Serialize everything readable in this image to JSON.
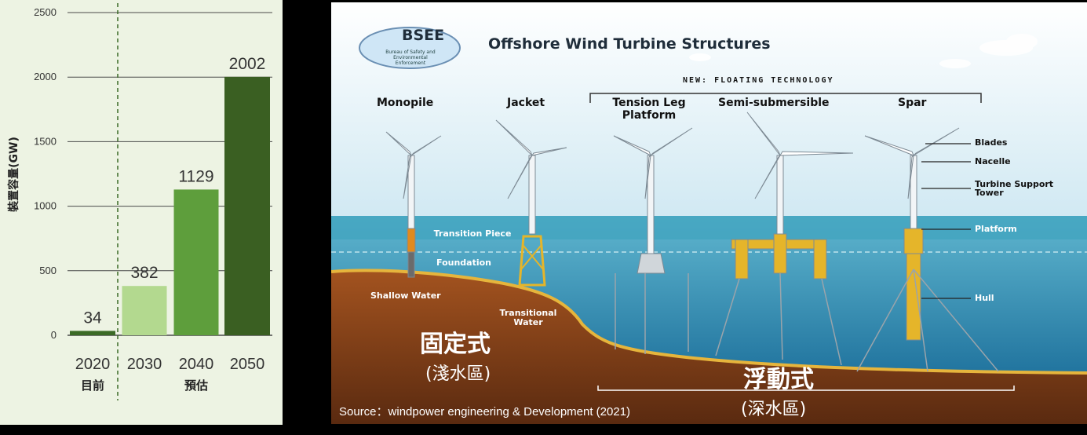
{
  "chart_data": {
    "type": "bar",
    "categories": [
      "2020",
      "2030",
      "2040",
      "2050"
    ],
    "values": [
      34,
      382,
      1129,
      2002
    ],
    "ylabel": "裝置容量(GW)",
    "ylim": [
      0,
      2500
    ],
    "yticks": [
      0,
      500,
      1000,
      1500,
      2000,
      2500
    ],
    "group_labels": [
      "目前",
      "預估"
    ],
    "grid": true,
    "bar_colors": [
      "#3b6a26",
      "#b3d98f",
      "#5e9e3c",
      "#3a5f22"
    ],
    "divider_style": "dashed vertical line between 2020 and 2030"
  },
  "figure": {
    "logo_text": "BSEE",
    "logo_subtext": "Bureau of Safety and Environmental Enforcement",
    "title": "Offshore Wind Turbine Structures",
    "new_label": "NEW: FLOATING TECHNOLOGY",
    "columns": [
      "Monopile",
      "Jacket",
      "Tension Leg Platform",
      "Semi-submersible",
      "Spar"
    ],
    "parts": [
      "Blades",
      "Nacelle",
      "Turbine Support Tower",
      "Platform",
      "Hull"
    ],
    "left_labels": [
      "Transition Piece",
      "Foundation"
    ],
    "zones": [
      "Shallow Water",
      "Transitional Water"
    ],
    "fixed_label": "固定式",
    "fixed_sub": "(淺水區)",
    "floating_label": "浮動式",
    "floating_sub": "(深水區)",
    "source": "Source：windpower engineering & Development (2021)"
  }
}
